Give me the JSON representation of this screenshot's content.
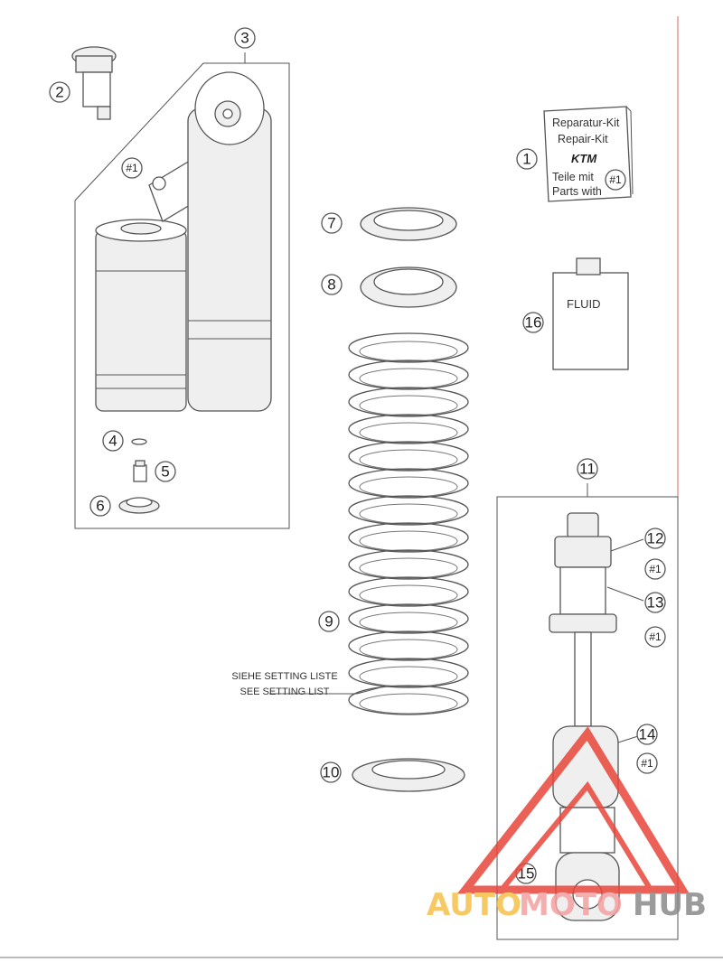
{
  "labels": {
    "n1": "1",
    "n2": "2",
    "n3": "3",
    "n4": "4",
    "n5": "5",
    "n6": "6",
    "n7": "7",
    "n8": "8",
    "n9": "9",
    "n10": "10",
    "n11": "11",
    "n12": "12",
    "n13": "13",
    "n14": "14",
    "n15": "15",
    "n16": "16",
    "ref": "#1"
  },
  "repair_kit": {
    "line1": "Reparatur-Kit",
    "line2": "Repair-Kit",
    "brand": "KTM",
    "line3": "Teile mit",
    "line4": "Parts with"
  },
  "fluid": {
    "label": "FLUID"
  },
  "setting_note": {
    "line1": "SIEHE SETTING LISTE",
    "line2": "SEE SETTING LIST"
  },
  "watermark": {
    "text": "AUTOMOTOHUB",
    "colors": {
      "auto": "#f5c04a",
      "moto": "#f4a0a0",
      "hub": "#8a8a8a",
      "triangle": "#e8463a"
    }
  }
}
